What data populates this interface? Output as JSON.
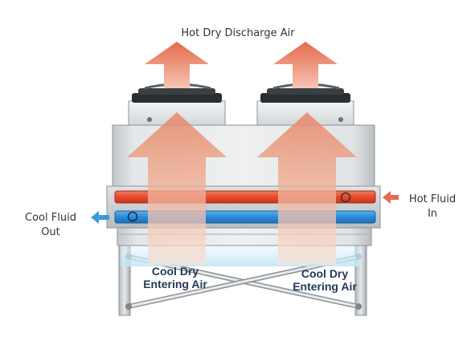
{
  "labels": {
    "top": "Hot Dry Discharge Air",
    "right_line1": "Hot Fluid",
    "right_line2": "In",
    "left_line1": "Cool Fluid",
    "left_line2": "Out",
    "inlet_left_line1": "Cool Dry",
    "inlet_left_line2": "Entering Air",
    "inlet_right_line1": "Cool Dry",
    "inlet_right_line2": "Entering Air"
  },
  "colors": {
    "hot_pipe": "#e8543a",
    "cool_pipe": "#2e8fd8",
    "hot_arrow": "#e76a4e",
    "cool_arrow": "#3a9bdc",
    "casing": "#d7dadc",
    "casing_dark": "#9ea3a7",
    "fan_dark": "#1f2326",
    "label_text": "#333333",
    "inlet_text": "#243a55"
  }
}
